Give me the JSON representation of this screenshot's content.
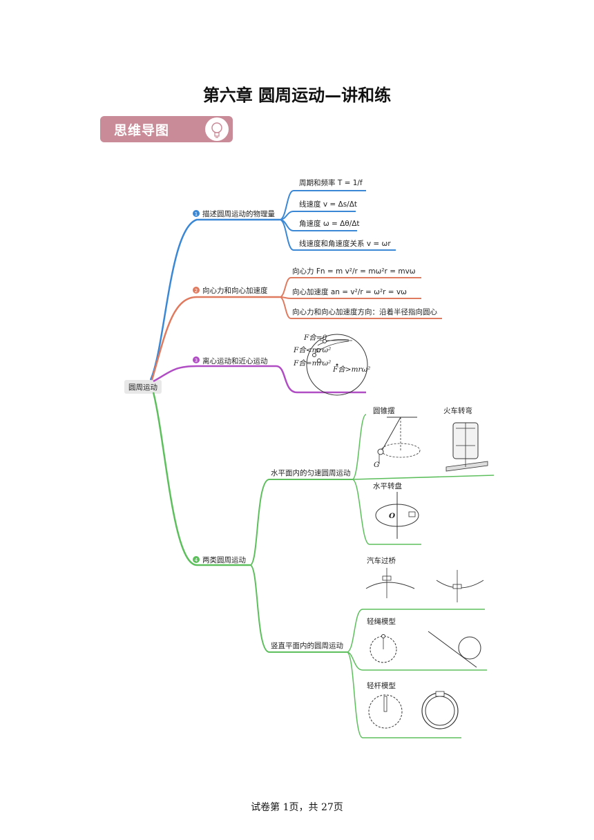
{
  "page_title": "第六章 圆周运动—讲和练",
  "banner_label": "思维导图",
  "root": "圆周运动",
  "branches": [
    {
      "num": "1",
      "label": "描述圆周运动的物理量",
      "color": "#3a87d6",
      "children": [
        "周期和频率 T = 1/f",
        "线速度 v = Δs/Δt",
        "角速度 ω = Δθ/Δt",
        "线速度和角速度关系 v = ωr"
      ]
    },
    {
      "num": "2",
      "label": "向心力和向心加速度",
      "color": "#e07a5f",
      "children": [
        "向心力 Fn = m v²/r = mω²r = mvω",
        "向心加速度 an = v²/r = ω²r = vω",
        "向心力和向心加速度方向：沿着半径指向圆心"
      ]
    },
    {
      "num": "3",
      "label": "离心运动和近心运动",
      "color": "#b04cc4",
      "figure_labels": [
        "F合=0",
        "F合<mrω²",
        "F合=mrω²",
        "F合>mrω²"
      ]
    },
    {
      "num": "4",
      "label": "两类圆周运动",
      "color": "#5cbf5c",
      "children": [
        {
          "label": "水平面内的匀速圆周运动",
          "figures": [
            "圆锥摆",
            "火车转弯",
            "水平转盘"
          ]
        },
        {
          "label": "竖直平面内的圆周运动",
          "figures": [
            "汽车过桥",
            "轻绳模型",
            "轻杆模型"
          ]
        }
      ]
    }
  ],
  "footer": "试卷第 1页，共 27页"
}
